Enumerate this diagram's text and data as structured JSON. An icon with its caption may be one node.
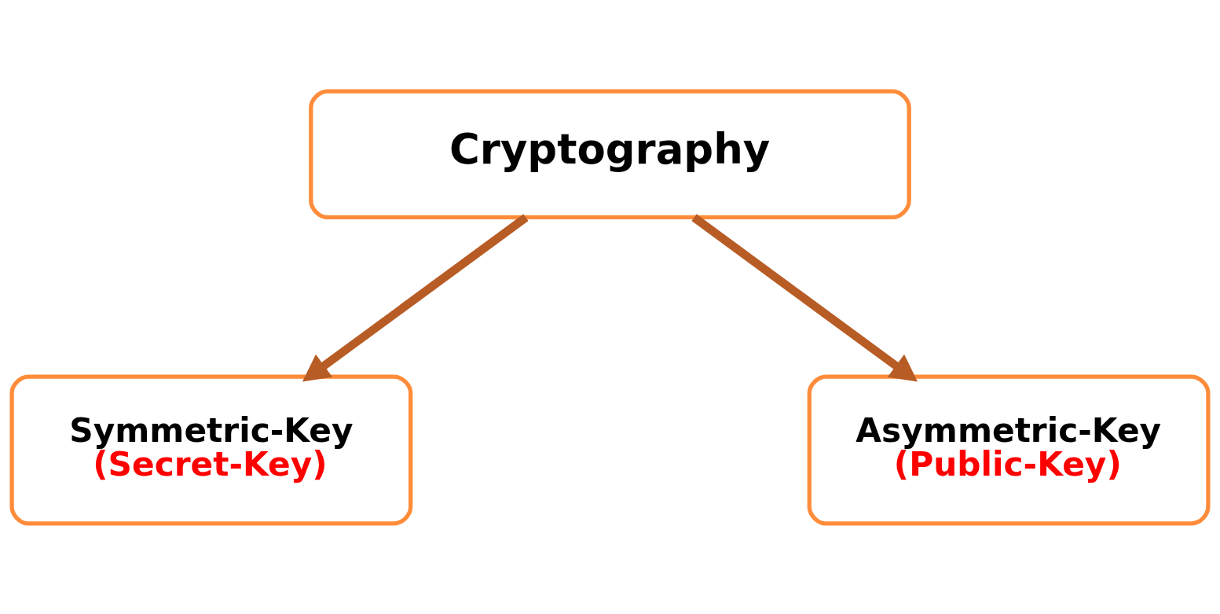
{
  "diagram": {
    "nodes": [
      {
        "text": [
          "Cryptography"
        ]
      },
      {
        "text": [
          "Symmetric-Key",
          "(Secret-Key)"
        ]
      },
      {
        "text": [
          "Asymmetric-Key",
          "(Public-Key)"
        ]
      }
    ],
    "edges": [
      {
        "from": 0,
        "to": 1,
        "arrow": "to"
      },
      {
        "from": 0,
        "to": 2,
        "arrow": "to"
      }
    ]
  }
}
